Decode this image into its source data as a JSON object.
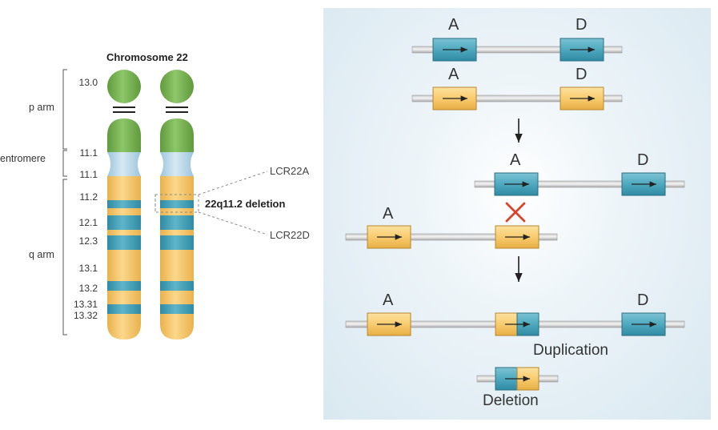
{
  "chromosome": {
    "title": "Chromosome 22",
    "bands": [
      "13.0",
      "11.1",
      "11.1",
      "11.2",
      "12.1",
      "12.3",
      "13.1",
      "13.2",
      "13.31",
      "13.32"
    ],
    "regions": {
      "p_arm": "p arm",
      "centromere": "entromere",
      "q_arm": "q arm"
    },
    "lcr_top": "LCR22A",
    "lcr_bottom": "LCR22D",
    "deletion_label": "22q11.2 deletion"
  },
  "recombination": {
    "letter_a": "A",
    "letter_d": "D",
    "duplication_label": "Duplication",
    "deletion_label": "Deletion"
  },
  "colors": {
    "green": "#7fb85a",
    "yellow": "#f5c96b",
    "blue": "#3f9db3",
    "light_blue": "#bcd9e8",
    "cross": "#d9442f"
  }
}
